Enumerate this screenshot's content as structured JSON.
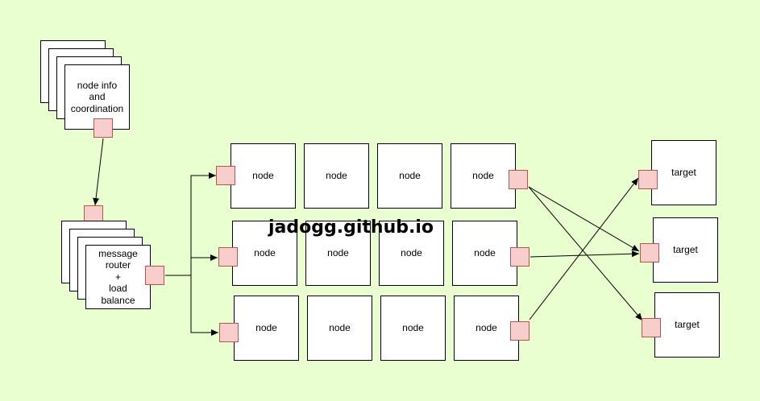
{
  "coordinator": {
    "label_lines": [
      "node info",
      "and",
      "coordination"
    ]
  },
  "router": {
    "label_lines": [
      "message",
      "router",
      "+",
      "load",
      "balance"
    ]
  },
  "grid": {
    "rows": [
      [
        "node",
        "node",
        "node",
        "node"
      ],
      [
        "node",
        "node",
        "node",
        "node"
      ],
      [
        "node",
        "node",
        "node",
        "node"
      ]
    ]
  },
  "targets": [
    "target",
    "target",
    "target"
  ],
  "watermark": "jadogg.github.io",
  "colors": {
    "background": "#eaffcf",
    "port_fill": "#f8cecc",
    "port_stroke": "#b85450"
  }
}
